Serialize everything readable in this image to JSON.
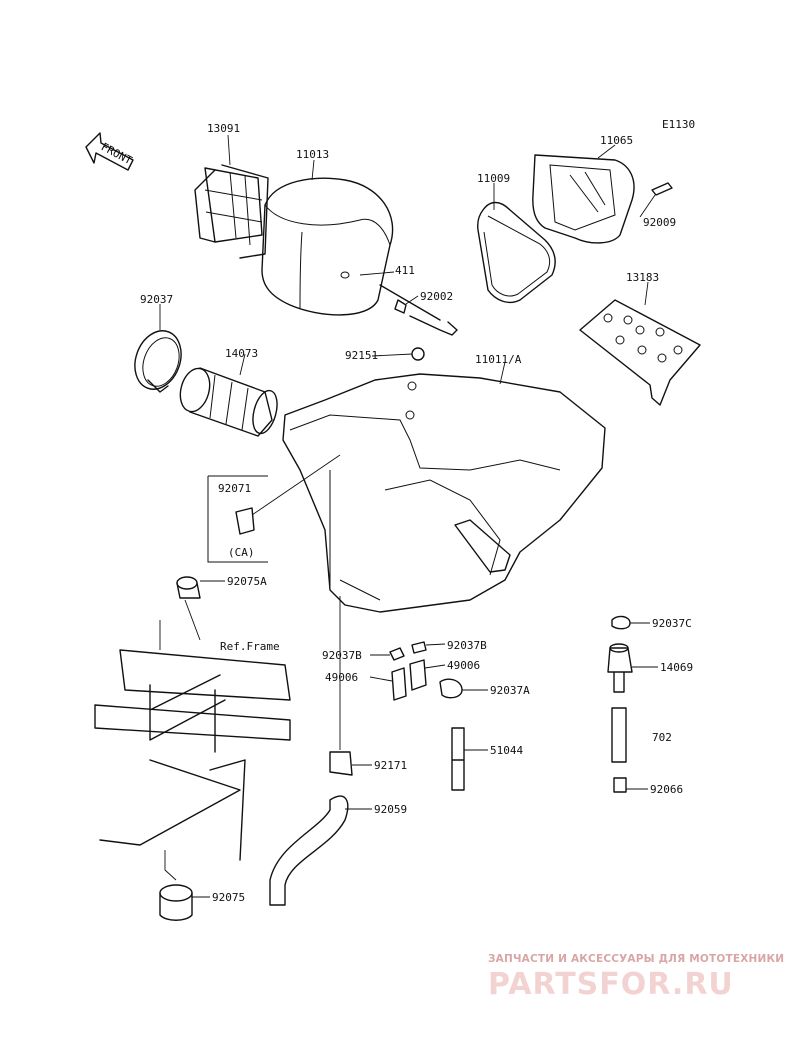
{
  "diagram_code": "E1130",
  "front_arrow_label": "FRONT",
  "ref_frame_label": "Ref.Frame",
  "ca_label": "(CA)",
  "parts": [
    {
      "key": "p13091",
      "number": "13091"
    },
    {
      "key": "p11013",
      "number": "11013"
    },
    {
      "key": "p411",
      "number": "411"
    },
    {
      "key": "p92002",
      "number": "92002"
    },
    {
      "key": "p92151",
      "number": "92151"
    },
    {
      "key": "p11009",
      "number": "11009"
    },
    {
      "key": "p11065",
      "number": "11065"
    },
    {
      "key": "p92009",
      "number": "92009"
    },
    {
      "key": "p13183",
      "number": "13183"
    },
    {
      "key": "p92037",
      "number": "92037"
    },
    {
      "key": "p14073",
      "number": "14073"
    },
    {
      "key": "p11011A",
      "number": "11011/A"
    },
    {
      "key": "p92071",
      "number": "92071"
    },
    {
      "key": "p92075A",
      "number": "92075A"
    },
    {
      "key": "p92037B_left",
      "number": "92037B"
    },
    {
      "key": "p92037B_right",
      "number": "92037B"
    },
    {
      "key": "p49006_left",
      "number": "49006"
    },
    {
      "key": "p49006_right",
      "number": "49006"
    },
    {
      "key": "p92037A",
      "number": "92037A"
    },
    {
      "key": "p92171",
      "number": "92171"
    },
    {
      "key": "p51044",
      "number": "51044"
    },
    {
      "key": "p92059",
      "number": "92059"
    },
    {
      "key": "p92075",
      "number": "92075"
    },
    {
      "key": "p92037C",
      "number": "92037C"
    },
    {
      "key": "p14069",
      "number": "14069"
    },
    {
      "key": "p702",
      "number": "702"
    },
    {
      "key": "p92066",
      "number": "92066"
    }
  ],
  "watermark": {
    "tagline": "ЗАПЧАСТИ И АКСЕССУАРЫ ДЛЯ МОТОТЕХНИКИ",
    "logo": "PARTSFOR.RU"
  }
}
